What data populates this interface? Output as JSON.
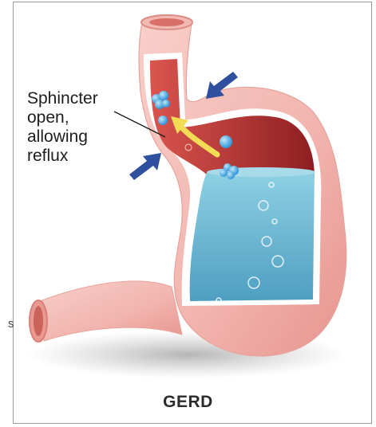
{
  "diagram": {
    "caption": "GERD",
    "callout_lines": [
      "Sphincter",
      "open,",
      "allowing",
      "reflux"
    ],
    "stray_edge_char": "s",
    "colors": {
      "tissue": "#f4b9b3",
      "tissue_dark": "#e28d86",
      "lumen_red": "#c8423c",
      "acid": "#7cc6dc",
      "acid_deep": "#4e9fc2",
      "bubble": "#3aa2dc",
      "arrow": "#2f4f9f",
      "reflux_arrow": "#f3dc55"
    },
    "icons": [
      "inward-arrow-icon",
      "reflux-arrow-icon",
      "bubble-icon"
    ]
  }
}
